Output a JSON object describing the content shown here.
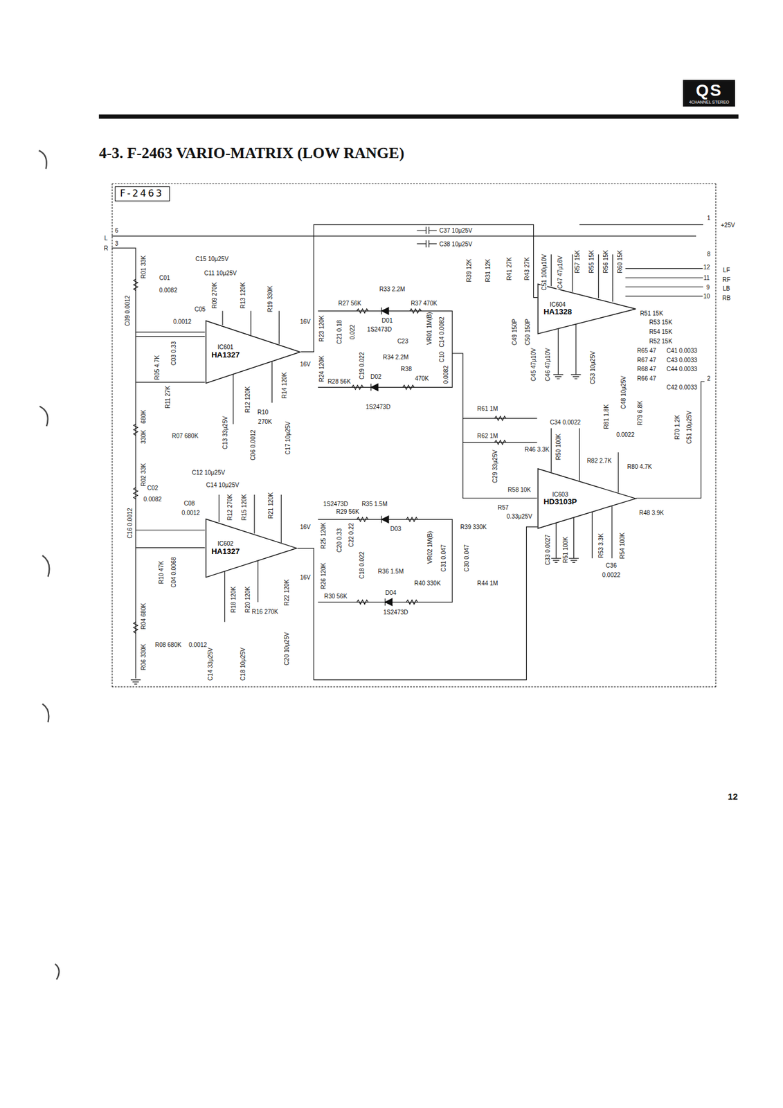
{
  "diagram": {
    "title": "4-3. F-2463 VARIO-MATRIX (LOW RANGE)",
    "nodes": [
      {
        "text": [
          "QS",
          "4CHANNEL STEREO"
        ]
      },
      {
        "text": [
          "F-2463"
        ]
      },
      {
        "text": [
          "IC601",
          "HA1327"
        ],
        "in": 1
      },
      {
        "text": [
          "IC604",
          "HA1328"
        ],
        "in": 1
      },
      {
        "text": [
          "IC603",
          "HD3103P"
        ],
        "in": 1
      },
      {
        "text": [
          "IC602",
          "HA1327"
        ],
        "in": 1
      }
    ],
    "edges": [
      {
        "from": 2,
        "to": 3,
        "arrow": "none"
      },
      {
        "from": 5,
        "to": 4,
        "arrow": "none"
      }
    ],
    "labels": [
      "L",
      "R",
      "6",
      "3",
      "+25V",
      "1",
      "8",
      "12",
      "11",
      "9",
      "10",
      "LF",
      "RF",
      "LB",
      "RB",
      "2",
      "R01 33K",
      "C01",
      "0.0082",
      "C15 10μ25V",
      "C11 10μ25V",
      "C09 0.0012",
      "R09 270K",
      "R13 120K",
      "R19 330K",
      "C05",
      "0.0012",
      "R05 4.7K",
      "C03 0.33",
      "R11 27K",
      "680K",
      "330K",
      "R07 680K",
      "C13 33μ25V",
      "R10",
      "270K",
      "C06 0.0012",
      "C17 10μ25V",
      "R14 120K",
      "R12 120K",
      "R27 56K",
      "R33 2.2M",
      "R37 470K",
      "D01",
      "1S2473D",
      "C21 0.18",
      "0.022",
      "C23",
      "VR01 1M(B)",
      "C14 0.0082",
      "C19 0.022",
      "R34 2.2M",
      "C10",
      "0.0082",
      "D02",
      "R38",
      "470K",
      "R28 56K",
      "1S2473D",
      "R23 120K",
      "R24 120K",
      "16V",
      "16V",
      "C37 10μ25V",
      "C38 10μ25V",
      "R39 12K",
      "R31 12K",
      "R41 27K",
      "R43 27K",
      "C51 100μ10V",
      "C47 47μ16V",
      "R57 15K",
      "R55 15K",
      "R56 15K",
      "R60 15K",
      "C49 150P",
      "C50 150P",
      "R51 15K",
      "R53 15K",
      "R54 15K",
      "R52 15K",
      "R65 47",
      "R67 47",
      "R68 47",
      "R66 47",
      "C41 0.0033",
      "C43 0.0033",
      "C44 0.0033",
      "C42 0.0033",
      "C45 47μ10V",
      "C46 47μ10V",
      "C53 10μ25V",
      "C48 10μ25V",
      "R81 1.8K",
      "R79 6.8K",
      "R70 1.2K",
      "C51 10μ25V",
      "R61 1M",
      "R62 1M",
      "C34 0.0022",
      "R46 3.3K",
      "R50 100K",
      "R82 2.7K",
      "0.0022",
      "R80 4.7K",
      "R58 10K",
      "R57",
      "0.33μ25V",
      "C33 0.0027",
      "R51 100K",
      "R53 3.3K",
      "R54 100K",
      "R48 3.9K",
      "C36",
      "0.0022",
      "C29 33μ25V",
      "1S2473D",
      "R35 1.5M",
      "R29 56K",
      "D03",
      "C20 0.33",
      "C22 0.22",
      "C18 0.022",
      "R36 1.5M",
      "D04",
      "R30 56K",
      "1S2473D",
      "VR02 1M(B)",
      "C31 0.047",
      "C30 0.047",
      "R39 330K",
      "R40 330K",
      "R44 1M",
      "R25 120K",
      "R26 120K",
      "16V",
      "16V",
      "R02 33K",
      "C02",
      "0.0082",
      "C16 0.0012",
      "C12 10μ25V",
      "C14 10μ25V",
      "R12 270K",
      "R15 120K",
      "R21 120K",
      "C08",
      "0.0012",
      "R04 680K",
      "R06 330K",
      "R08 680K",
      "0.0012",
      "C14 33μ25V",
      "C18 10μ25V",
      "C20 10μ25V",
      "R16 270K",
      "R18 120K",
      "R20 120K",
      "R22 120K",
      "C04 0.0068",
      "R10 47K",
      "12"
    ]
  }
}
